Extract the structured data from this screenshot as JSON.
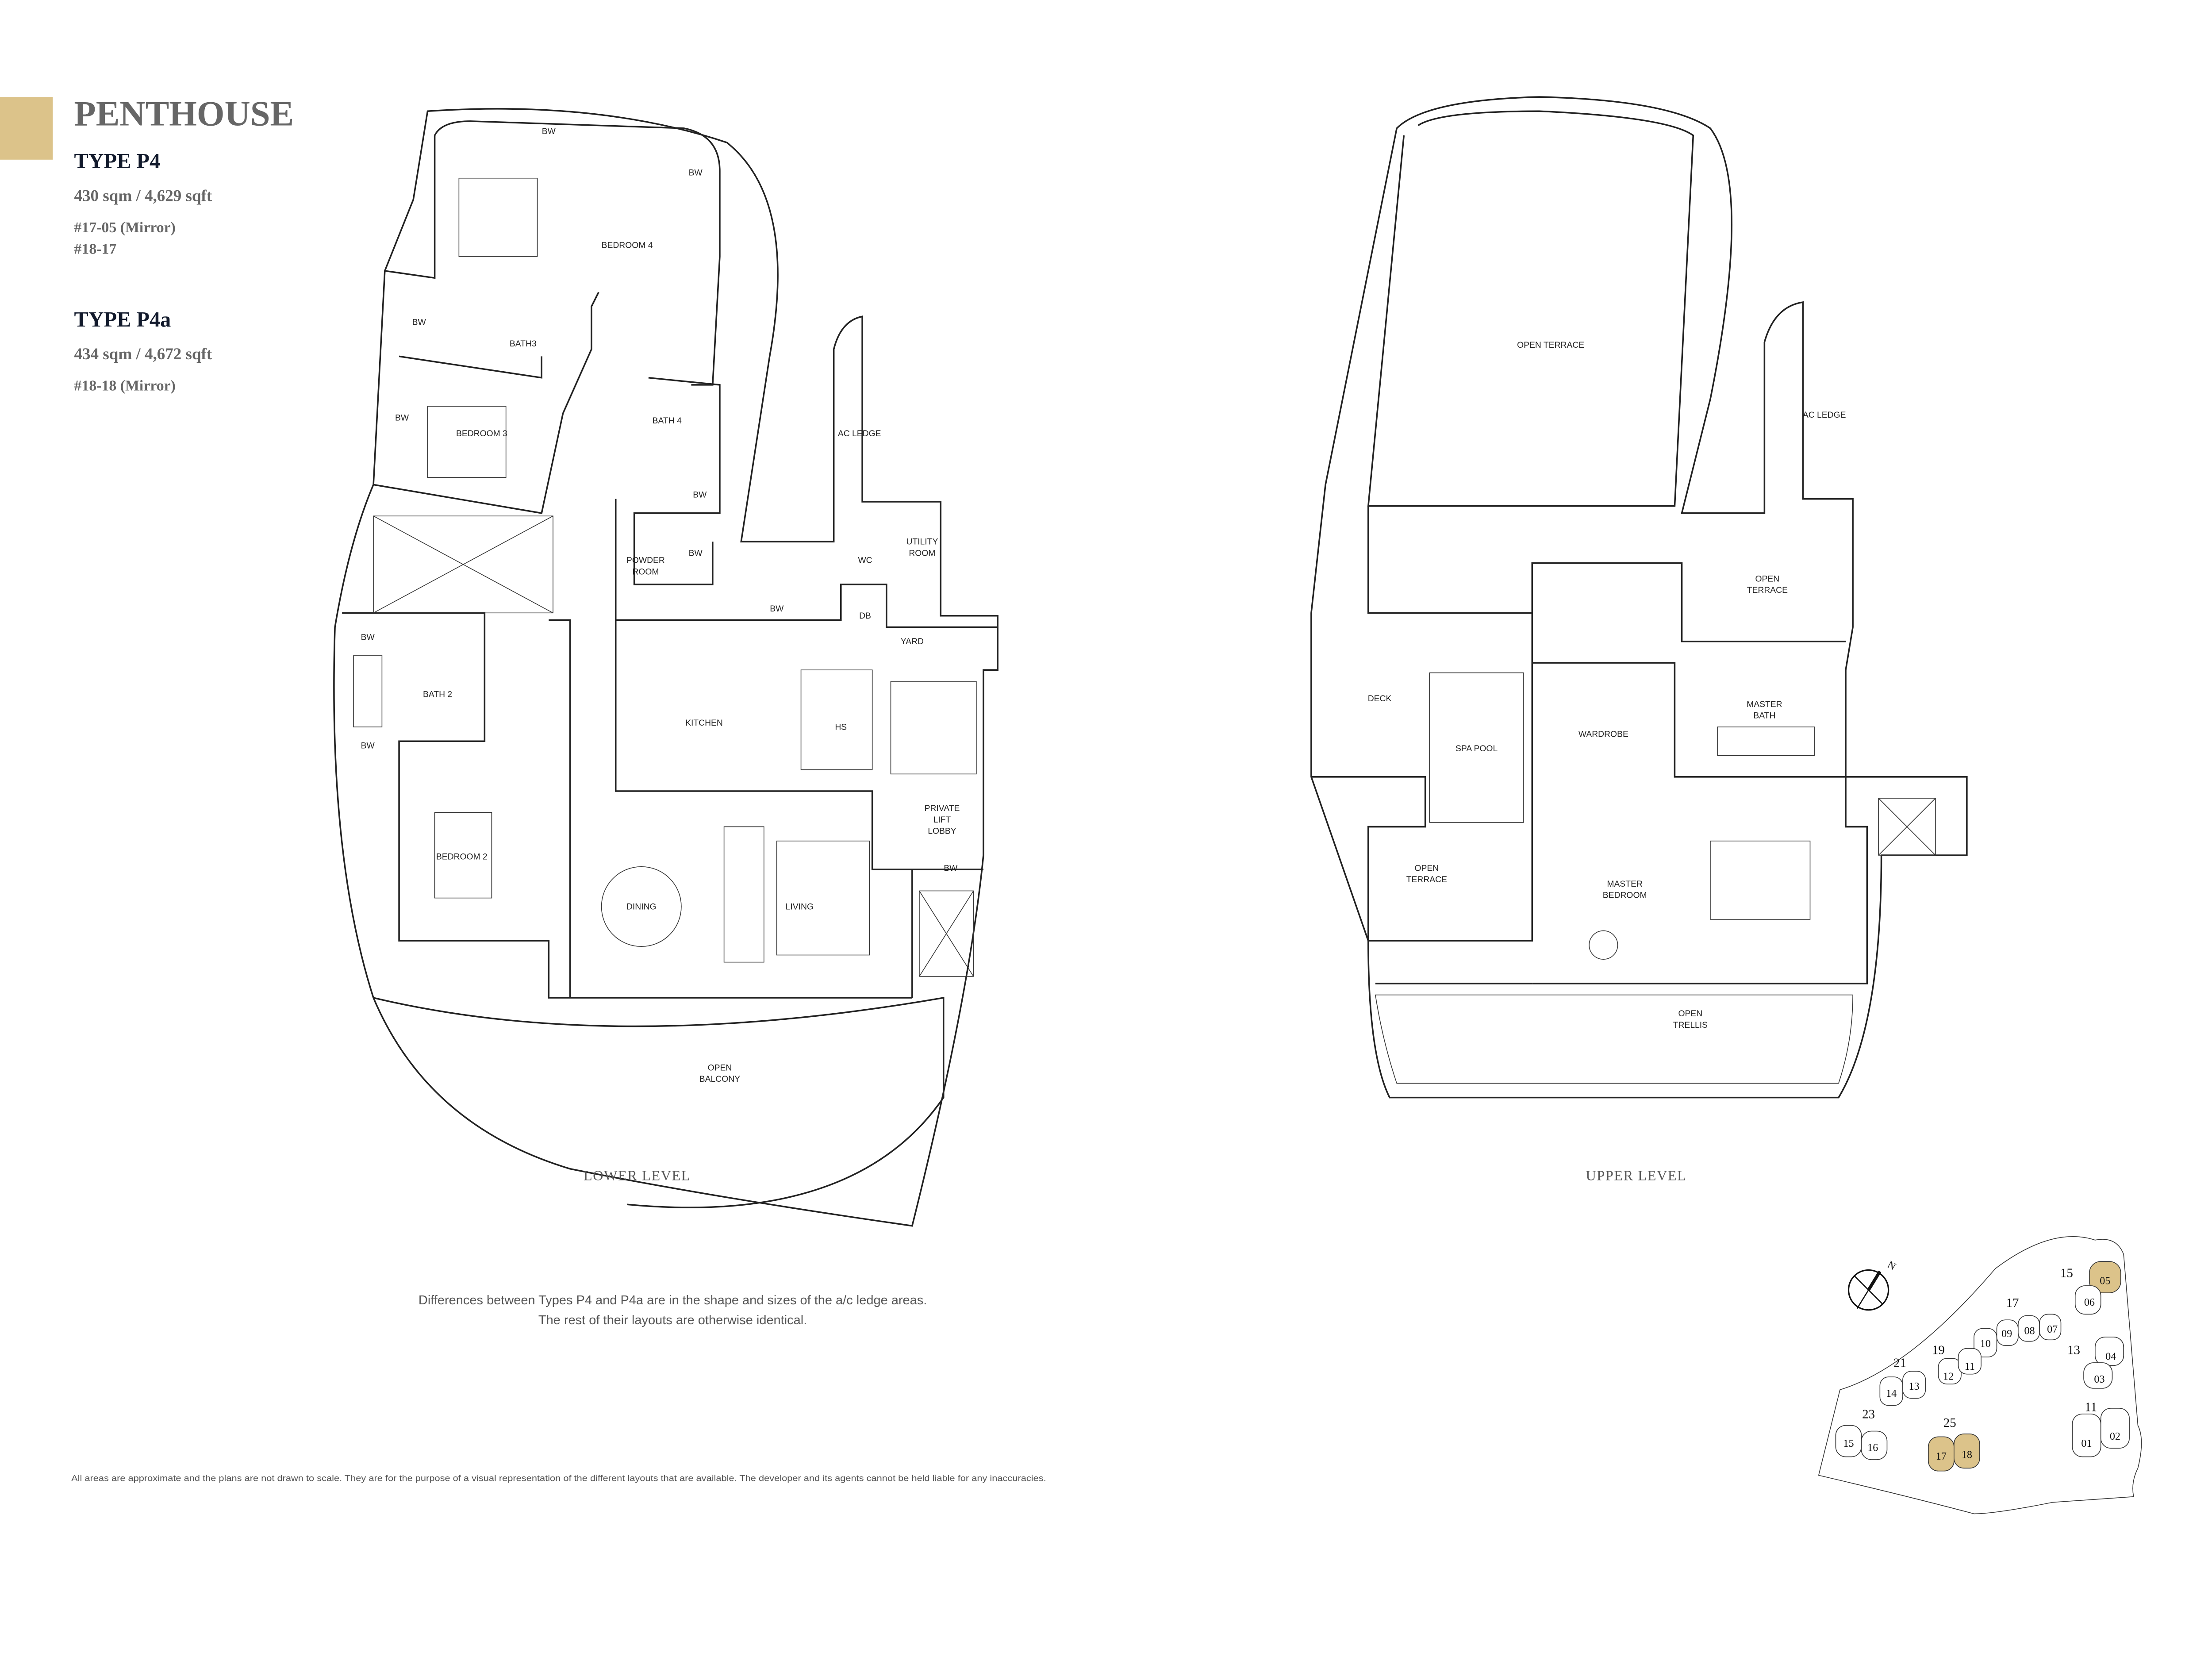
{
  "header": {
    "title": "PENTHOUSE",
    "accent_color": "#dcc38a",
    "types": [
      {
        "name": "TYPE P4",
        "area": "430 sqm / 4,629 sqft",
        "units": [
          "#17-05 (Mirror)",
          "#18-17"
        ]
      },
      {
        "name": "TYPE P4a",
        "area": "434 sqm / 4,672 sqft",
        "units": [
          "#18-18 (Mirror)"
        ]
      }
    ]
  },
  "lower_level": {
    "caption": "LOWER LEVEL",
    "rooms": {
      "bw1": "BW",
      "bw2": "BW",
      "bedroom4": "BEDROOM 4",
      "bw3": "BW",
      "bath3": "BATH3",
      "bw4": "BW",
      "bedroom3": "BEDROOM 3",
      "bath4": "BATH 4",
      "bw5": "BW",
      "ac_ledge": "AC LEDGE",
      "powder_room": [
        "POWDER",
        "ROOM"
      ],
      "bw6": "BW",
      "wc": "WC",
      "utility_room": [
        "UTILITY",
        "ROOM"
      ],
      "db": "DB",
      "bw7": "BW",
      "yard": "YARD",
      "bw8": "BW",
      "bath2": "BATH 2",
      "bw9": "BW",
      "kitchen": "KITCHEN",
      "hs": "HS",
      "bedroom2": "BEDROOM 2",
      "private_lift_lobby": [
        "PRIVATE",
        "LIFT",
        "LOBBY"
      ],
      "bw10": "BW",
      "dining": "DINING",
      "living": "LIVING",
      "open_balcony": [
        "OPEN",
        "BALCONY"
      ]
    }
  },
  "upper_level": {
    "caption": "UPPER LEVEL",
    "rooms": {
      "open_terrace1": "OPEN TERRACE",
      "ac_ledge": "AC LEDGE",
      "open_terrace2": [
        "OPEN",
        "TERRACE"
      ],
      "deck": "DECK",
      "spa_pool": "SPA POOL",
      "wardrobe": "WARDROBE",
      "master_bath": [
        "MASTER",
        "BATH"
      ],
      "open_terrace3": [
        "OPEN",
        "TERRACE"
      ],
      "master_bedroom": [
        "MASTER",
        "BEDROOM"
      ],
      "open_trellis": [
        "OPEN",
        "TRELLIS"
      ]
    }
  },
  "note": [
    "Differences between Types P4 and P4a are in the shape and sizes of the a/c ledge areas.",
    "The rest of their layouts are otherwise identical."
  ],
  "disclaimer": "All areas are approximate and the plans are not drawn to scale. They are for the purpose of a visual representation of the different layouts that are available. The developer and its agents cannot be held liable for any inaccuracies.",
  "key_plan": {
    "north_label": "N",
    "highlight_color": "#dcc38a",
    "blocks": [
      {
        "block": "15",
        "units": [
          "05",
          "06"
        ],
        "highlighted": [
          "05"
        ]
      },
      {
        "block": "17",
        "units": [
          "10",
          "09",
          "08",
          "07"
        ],
        "highlighted": []
      },
      {
        "block": "19",
        "units": [
          "11",
          "12"
        ],
        "highlighted": []
      },
      {
        "block": "13",
        "units": [
          "04",
          "03"
        ],
        "highlighted": []
      },
      {
        "block": "21",
        "units": [
          "14",
          "13"
        ],
        "highlighted": []
      },
      {
        "block": "23",
        "units": [
          "15",
          "16"
        ],
        "highlighted": []
      },
      {
        "block": "25",
        "units": [
          "17",
          "18"
        ],
        "highlighted": [
          "17",
          "18"
        ]
      },
      {
        "block": "11",
        "units": [
          "01",
          "02"
        ],
        "highlighted": []
      }
    ]
  }
}
